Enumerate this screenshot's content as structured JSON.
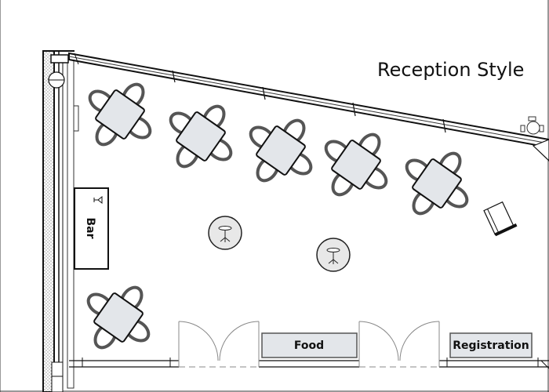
{
  "title": "Reception Style",
  "labels": {
    "bar": "Bar",
    "food": "Food",
    "registration": "Registration"
  },
  "icons": {
    "cocktail": "cocktail-glass-icon",
    "cocktail_table": "cocktail-table-icon"
  },
  "colors": {
    "table_fill": "#e3e6ea",
    "chair_stroke": "#555555",
    "wall": "#111111"
  }
}
